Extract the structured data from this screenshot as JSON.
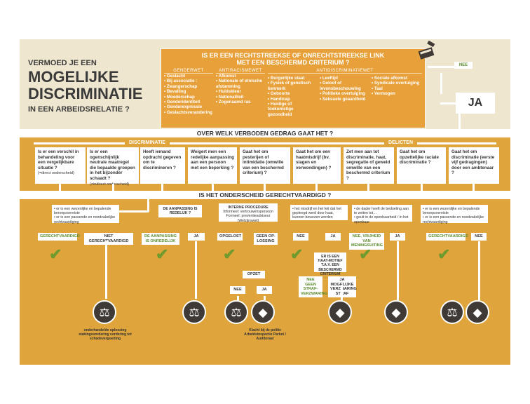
{
  "title": {
    "line1": "VERMOED JE EEN",
    "line2": "MOGELIJKE",
    "line3": "DISCRIMINATIE",
    "line4": "IN EEN ARBEIDSRELATIE ?"
  },
  "link_question": {
    "line1": "IS ER EEN RECHTSTREEKSE OF ONRECHTSTREEKSE LINK",
    "line2": "MET EEN BESCHERMD CRITERIUM ?"
  },
  "laws": [
    {
      "name": "GENDERWET",
      "items": [
        "Geslacht",
        "Bij associatie :",
        "Zwangerschap",
        "Bevalling",
        "Moederschap",
        "Genderidentiteit",
        "Genderexpressie",
        "Geslachtsverandering"
      ]
    },
    {
      "name": "ANTIRACISMEWET",
      "items": [
        "Afkomst",
        "Nationale of etnische afstamming",
        "Huidskleur",
        "Nationaliteit",
        "Zogenaamd ras"
      ]
    },
    {
      "name": "ANTIDISCRIMINATIEWET",
      "items": [
        "Burgerlijke staat",
        "Fysiek of genetisch kenmerk",
        "Geboorte",
        "Handicap",
        "Huidige of toekomstige gezondheid"
      ]
    },
    {
      "name": "",
      "items": [
        "Leeftijd",
        "Geloof of levensbeschouwing",
        "Politieke overtuiging",
        "Seksuele geaardheid"
      ]
    },
    {
      "name": "",
      "items": [
        "Sociale afkomst",
        "Syndicale overtuiging",
        "Taal",
        "Vermogen"
      ]
    }
  ],
  "nee_label": "NEE",
  "ja_label": "JA",
  "behaviour_question": "OVER WELK VERBODEN GEDRAG GAAT HET ?",
  "sections": {
    "discriminatie": "DISCRIMINATIE",
    "delicten": "DELICTEN"
  },
  "questions": [
    {
      "text": "Is er een verschil in behandeling voor een vergelijkbare situatie ?",
      "note": "(=direct onderscheid)"
    },
    {
      "text": "Is er een ogenschijnlijk neutrale maatregel die bepaalde groepen in het bijzonder schaadt ?",
      "note": "(=indirect onderscheid)"
    },
    {
      "text": "Heeft iemand opdracht gegeven om te discrimineren ?",
      "note": ""
    },
    {
      "text": "Weigert men een redelijke aanpassing aan een persoon met een beperking ?",
      "note": ""
    },
    {
      "text": "Gaat het om pesterijen of intimidatie (omwille van een beschermd criterium) ?",
      "note": ""
    },
    {
      "text": "Gaat het om een haatmisdrijf (bv. slagen en verwondingen) ?",
      "note": ""
    },
    {
      "text": "Zet men aan tot discriminatie, haat, segregatie of geweld omwille van een beschermd criterium ?",
      "note": ""
    },
    {
      "text": "Gaat het om opzettelijke raciale discriminatie ?",
      "note": ""
    },
    {
      "text": "Gaat het om discriminatie (eerste vijf gedragingen) door een ambtenaar ?",
      "note": ""
    }
  ],
  "justified_question": "IS HET ONDERSCHEID GERECHTVAARDIGD ?",
  "conditions": [
    {
      "items": [
        "er is een wezenlijke en bepalende beroepsvereiste",
        "er is een passende en noodzakelijke rechtvaardiging"
      ]
    },
    {
      "items": [
        "DE AANPASSING IS REDELIJK ?"
      ]
    },
    {
      "items": [
        "INTERNE PROCEDURE",
        "Informeel: vertrouwenspersoon",
        "Formeel: preventieadviseur (Welzijnswet)"
      ]
    },
    {
      "items": [
        "het misdrijf en het feit dat het gepleegd werd door haat, kunnen bewezen worden"
      ]
    },
    {
      "items": [
        "de dader heeft de bedoeling aan te zetten tot…",
        "geuit in de openbaarheid / in het openbaar"
      ]
    },
    {
      "items": [
        "er is een wezenlijke en bepalende beroepsvereiste",
        "er is een passende en noodzakelijke rechtvaardiging"
      ]
    }
  ],
  "outcomes": {
    "gerechtvaardigd": "GERECHTVAARDIGD",
    "niet_gerechtvaardigd": "NIET GERECHTVAARDIGD",
    "aanpassing_onredelijk": "DE AANPASSING IS ONREDELIJK",
    "ja": "JA",
    "opgelost": "OPGELOST",
    "geen_oplossing": "GEEN OP-LOSSING",
    "opzet": "OPZET",
    "nee": "NEE",
    "nee_vrijheid": "NEE, VRIJHEID VAN MENINGSUITING",
    "haatmotief": "ER IS EEN HAAT-MOTIEF T.A.V. EEN BESCHERMD CRITERIUM",
    "nee_geen_verzwaring": "NEE GEEN STRAF-VERZWARING",
    "ja_verzwaring": "JA MOGELIJKE VERZWARING STRAF"
  },
  "captions": {
    "civil": "onderhandelde oplossing stakingsvordering vordering tot schadevergoeding",
    "police": "Klacht bij de politie Arbeidsinspectie Parket / Auditoraat"
  },
  "icons": {
    "book": "book-gavel-icon",
    "check": "checkmark-icon",
    "scales": "scales-icon",
    "police": "police-cap-icon"
  },
  "colors": {
    "background": "#dfa53c",
    "top_band": "#efe6cf",
    "panel": "#e8a13a",
    "check": "#6f9a2d",
    "icon": "#3f3a36"
  }
}
